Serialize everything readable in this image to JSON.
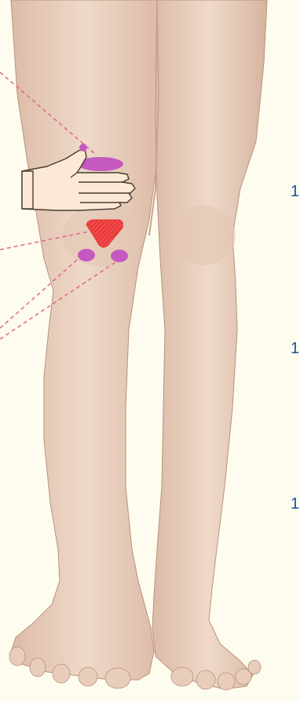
{
  "illustration": {
    "subject": "legs-front-view",
    "icons": [
      "hand-icon",
      "knee-point-marker",
      "kneecap-triangle-marker"
    ],
    "colors": {
      "background": "#fdfcef",
      "skin": "#edd5c4",
      "skin_shadow": "#d8b9a4",
      "point_marker": "#c45ac0",
      "triangle_marker": "#ea3838",
      "leader_line": "#e06690",
      "hand_fill": "#fbe9d6",
      "hand_outline": "#4a3a30",
      "number_text": "#1e4f95"
    }
  },
  "side_numbers": [
    "1",
    "1",
    "1"
  ]
}
